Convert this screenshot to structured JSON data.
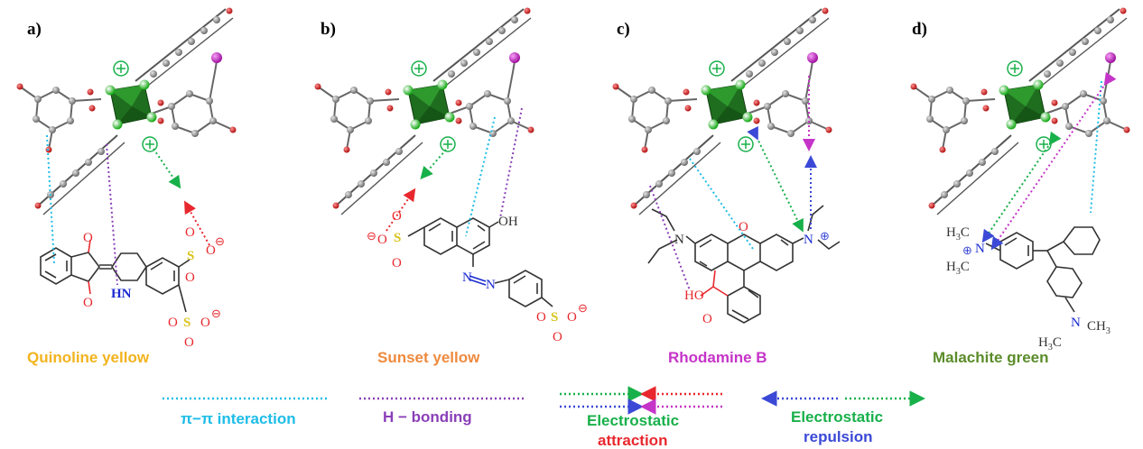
{
  "panels": [
    {
      "label": "a)",
      "dye": "Quinoline yellow",
      "dye_color": "#f2b31d"
    },
    {
      "label": "b)",
      "dye": "Sunset yellow",
      "dye_color": "#ef8a3d"
    },
    {
      "label": "c)",
      "dye": "Rhodamine B",
      "dye_color": "#c534c8"
    },
    {
      "label": "d)",
      "dye": "Malachite green",
      "dye_color": "#5b8c2a"
    }
  ],
  "atoms": {
    "O": "O",
    "OH": "OH",
    "HO": "HO",
    "HN": "HN",
    "N": "N",
    "S": "S",
    "CH3": "CH",
    "CH3_sub": "3",
    "H3C_H": "H",
    "H3C_sub": "3",
    "H3C_C": "C",
    "minus": "⊖",
    "plus": "⊕"
  },
  "legend": {
    "pi_pi": "π−π interaction",
    "h_bonding": "H − bonding",
    "attraction_line1": "Electrostatic",
    "attraction_line2": "attraction",
    "repulsion_line1": "Electrostatic",
    "repulsion_line2": "repulsion"
  },
  "colors": {
    "pi_pi": "#1ebde8",
    "h_bond": "#8a3fb8",
    "green": "#18b04a",
    "red": "#e8282e",
    "blue": "#3b49d6",
    "magenta": "#c534c8",
    "metal": "#1f7a1f",
    "node_gray": "#8a8a8a",
    "oxygen": "#d42020",
    "iodine": "#c534c8",
    "sulfur": "#d8c31c"
  }
}
